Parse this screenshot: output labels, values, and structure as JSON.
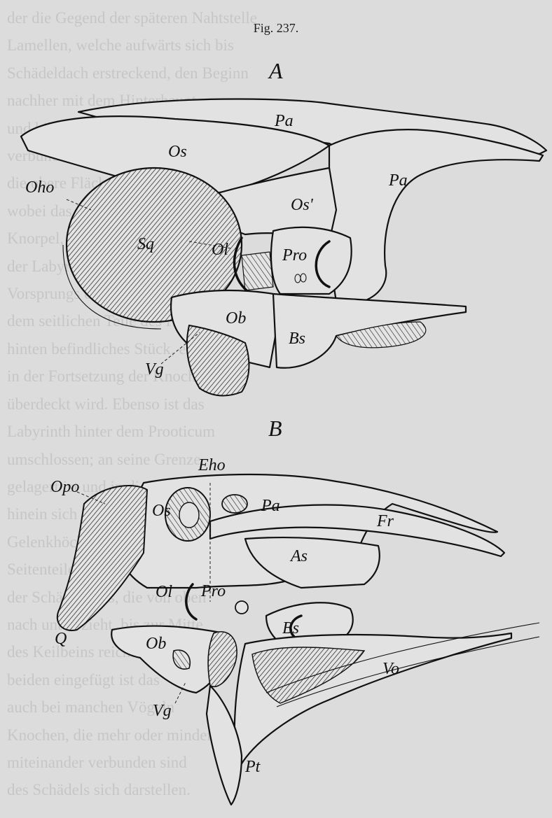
{
  "figure": {
    "caption": "Fig. 237."
  },
  "panels": {
    "A": {
      "letter": "A",
      "labels": {
        "pa_top": "Pa",
        "pa_right": "Pa",
        "os": "Os",
        "os_prime": "Os'",
        "oho": "Oho",
        "sq": "Sq",
        "ol": "Ol",
        "pro": "Pro",
        "ob": "Ob",
        "bs": "Bs",
        "vg": "Vg"
      }
    },
    "B": {
      "letter": "B",
      "labels": {
        "eho": "Eho",
        "opo": "Opo",
        "os": "Os",
        "pa": "Pa",
        "fr": "Fr",
        "as": "As",
        "ol": "Ol",
        "pro": "Pro",
        "q": "Q",
        "bs": "Bs",
        "ob": "Ob",
        "vo": "Vo",
        "vg": "Vg",
        "pt": "Pt"
      }
    }
  },
  "colors": {
    "paper": "#dcdcdc",
    "ink": "#111111"
  }
}
